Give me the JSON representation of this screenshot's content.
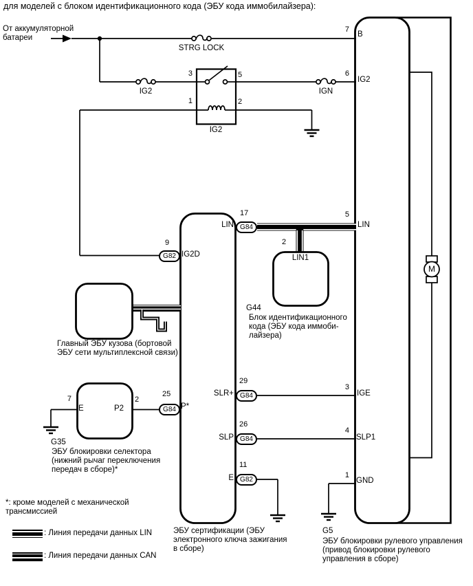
{
  "title": "для моделей с блоком идентификационного кода (ЭБУ кода иммобилайзера):",
  "battery": {
    "lines": [
      "От аккумуляторной",
      "батареи"
    ]
  },
  "fuses": {
    "strg_lock": "STRG LOCK",
    "ig2": "IG2",
    "ign": "IGN"
  },
  "relay": {
    "name": "IG2",
    "pin3": "3",
    "pin5": "5",
    "pin1": "1",
    "pin2": "2"
  },
  "steering_ecu": {
    "pin_b_num": "7",
    "pin_b": "B",
    "pin_ig2_num": "6",
    "pin_ig2": "IG2",
    "pin_lin_num": "5",
    "pin_lin": "LIN",
    "pin_ige_num": "3",
    "pin_ige": "IGE",
    "pin_slp1_num": "4",
    "pin_slp1": "SLP1",
    "pin_gnd_num": "1",
    "pin_gnd": "GND",
    "motor": "M",
    "ground_code": "G5",
    "caption_lines": [
      "ЭБУ блокировки рулевого управления",
      "(привод блокировки рулевого",
      "управления в сборе)"
    ]
  },
  "cert_ecu": {
    "pin_lin": "LIN",
    "pin_lin_num": "17",
    "pin_lin_conn": "G84",
    "pin_ig2d": "IG2D",
    "pin_ig2d_num": "9",
    "pin_ig2d_conn": "G82",
    "pin_p": "P*",
    "pin_p_num": "25",
    "pin_p_conn": "G84",
    "pin_slr": "SLR+",
    "pin_slr_num": "29",
    "pin_slr_conn": "G84",
    "pin_slp": "SLP",
    "pin_slp_num": "26",
    "pin_slp_conn": "G84",
    "pin_e": "E",
    "pin_e_num": "11",
    "pin_e_conn": "G82",
    "caption_lines": [
      "ЭБУ сертификации (ЭБУ",
      "электронного ключа зажигания",
      "в сборе)"
    ]
  },
  "id_code_ecu": {
    "code": "G44",
    "pin_num": "2",
    "pin_name": "LIN1",
    "caption_lines": [
      "Блок идентификационного",
      "кода (ЭБУ кода иммоби-",
      "лайзера)"
    ]
  },
  "body_ecu": {
    "caption_lines": [
      "Главный ЭБУ кузова (бортовой",
      "ЭБУ сети мультиплексной связи)"
    ]
  },
  "selector_ecu": {
    "code": "G35",
    "pin_e_num": "7",
    "pin_e": "E",
    "pin_p2_num": "2",
    "pin_p2": "P2",
    "caption_lines": [
      "ЭБУ блокировки селектора",
      "(нижний рычаг переключения",
      "передач в сборе)*"
    ]
  },
  "footnote_lines": [
    "*: кроме моделей с механической",
    "трансмиссией"
  ],
  "legend": {
    "lin_label": ": Линия передачи данных LIN",
    "can_label": ": Линия передачи данных CAN"
  },
  "colors": {
    "line": "#000000",
    "background": "#ffffff"
  }
}
